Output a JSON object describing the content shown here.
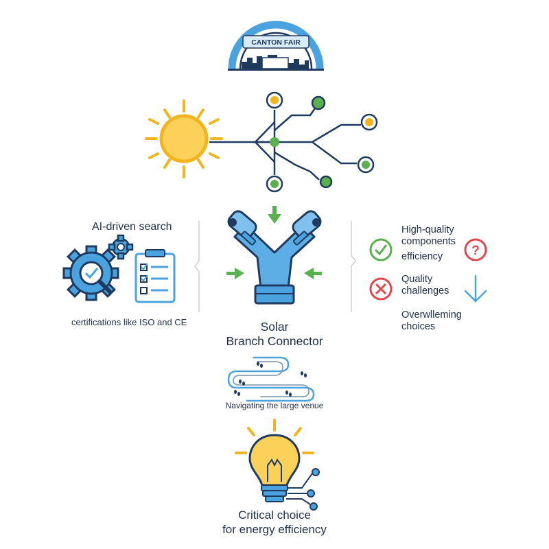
{
  "header": {
    "logo_text": "CANTON FAIR"
  },
  "left_panel": {
    "title": "AI-driven search",
    "caption": "certifications like ISO and CE"
  },
  "center": {
    "title_line1": "Solar",
    "title_line2": "Branch Connector",
    "navigation_caption": "Navigating the large venue"
  },
  "right_panel": {
    "item1": "High-quality components",
    "item2": "efficiency",
    "item3": "Quality challenges",
    "item4": "Overwlleming choices"
  },
  "footer": {
    "line1": "Critical choice",
    "line2": "for energy efficiency"
  },
  "colors": {
    "navy": "#1f3a5f",
    "blue": "#4aa3df",
    "light_blue": "#8fcaf0",
    "green": "#5aaf4e",
    "yellow": "#f2b51f",
    "red": "#e0474c"
  },
  "icons": [
    "canton-fair-logo",
    "sun-icon",
    "network-icon",
    "gear-icon",
    "checklist-icon",
    "connector-icon",
    "check-icon",
    "question-icon",
    "x-icon",
    "down-arrow-icon",
    "footsteps-path-icon",
    "lightbulb-icon"
  ]
}
